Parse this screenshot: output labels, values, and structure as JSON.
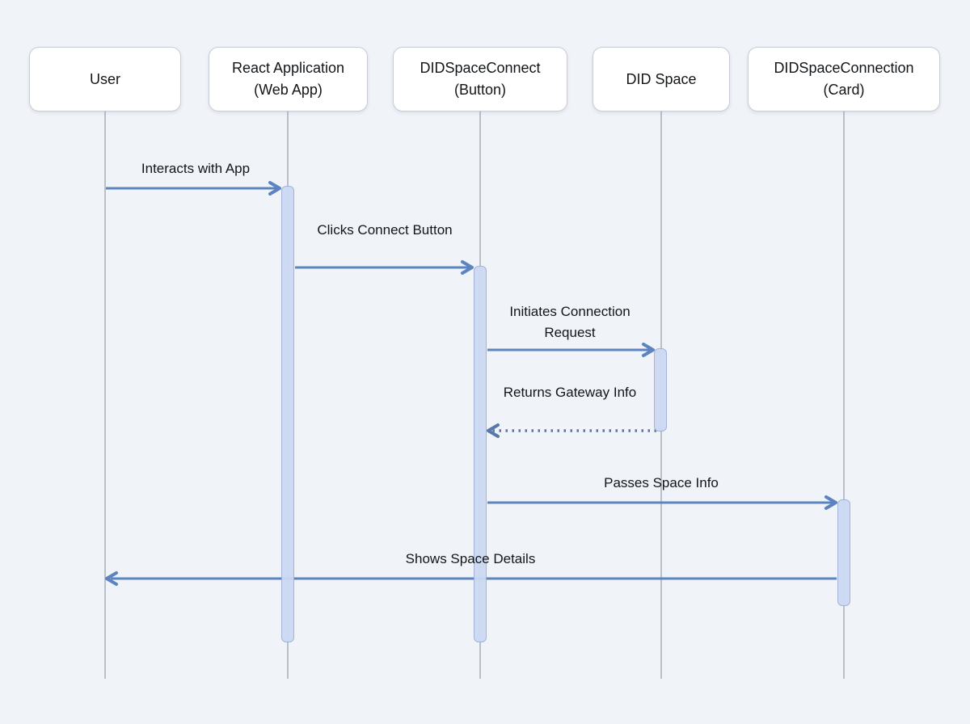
{
  "diagram": {
    "type": "sequence",
    "participants": [
      {
        "id": "user",
        "label": "User"
      },
      {
        "id": "react",
        "label": "React Application (Web App)"
      },
      {
        "id": "connect",
        "label": "DIDSpaceConnect (Button)"
      },
      {
        "id": "space",
        "label": "DID Space"
      },
      {
        "id": "card",
        "label": "DIDSpaceConnection (Card)"
      }
    ],
    "messages": [
      {
        "label": "Interacts with App",
        "from": "User",
        "to": "React Application (Web App)",
        "style": "solid",
        "direction": "right"
      },
      {
        "label": "Clicks Connect Button",
        "from": "React Application (Web App)",
        "to": "DIDSpaceConnect (Button)",
        "style": "solid",
        "direction": "right"
      },
      {
        "label": "Initiates Connection Request",
        "from": "DIDSpaceConnect (Button)",
        "to": "DID Space",
        "style": "solid",
        "direction": "right"
      },
      {
        "label": "Returns Gateway Info",
        "from": "DID Space",
        "to": "DIDSpaceConnect (Button)",
        "style": "dotted",
        "direction": "left"
      },
      {
        "label": "Passes Space Info",
        "from": "DIDSpaceConnect (Button)",
        "to": "DIDSpaceConnection (Card)",
        "style": "solid",
        "direction": "right"
      },
      {
        "label": "Shows Space Details",
        "from": "DIDSpaceConnection (Card)",
        "to": "User",
        "style": "solid",
        "direction": "left"
      }
    ],
    "colors": {
      "background": "#f0f3f8",
      "box_fill": "#ffffff",
      "box_border": "#c8cdd4",
      "lifeline": "#bac0c8",
      "activation_fill": "#cdd9f3",
      "activation_border": "#9fb0d8",
      "arrow": "#5b84c1",
      "dotted_arrow": "#5878ac",
      "text": "#131619"
    }
  }
}
